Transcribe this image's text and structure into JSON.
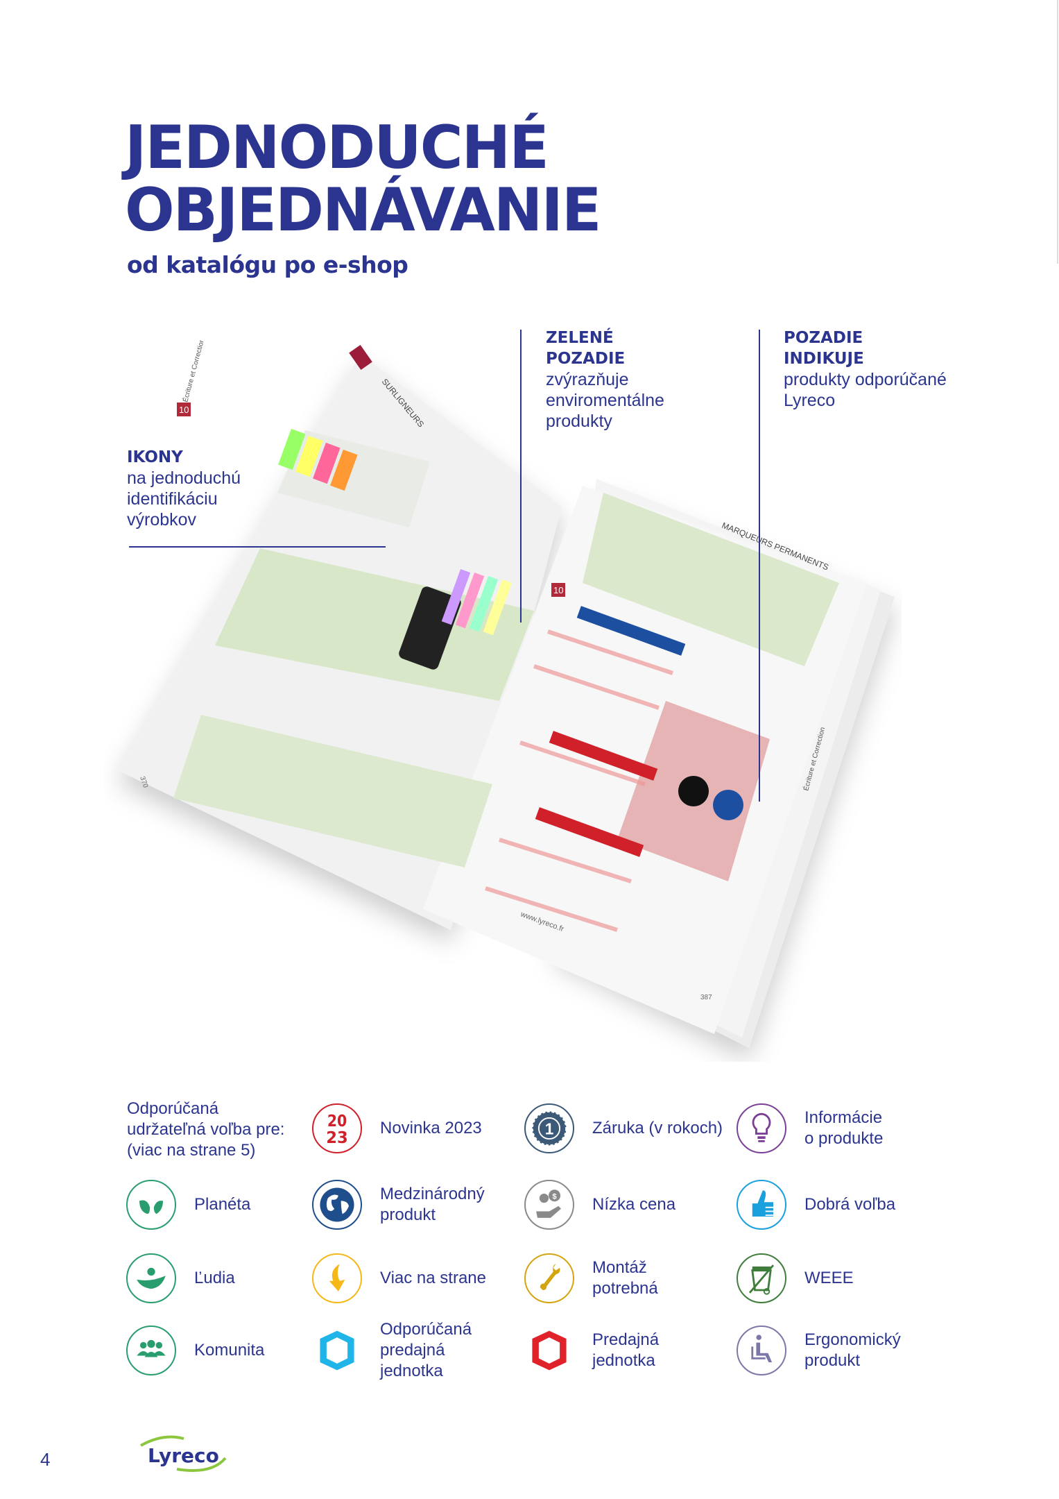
{
  "header": {
    "title_line1": "JEDNODUCHÉ",
    "title_line2": "OBJEDNÁVANIE",
    "subtitle": "od katalógu po e-shop"
  },
  "annotations": {
    "green": {
      "heading1": "ZELENÉ",
      "heading2": "POZADIE",
      "text": [
        "zvýrazňuje",
        "enviromentálne",
        "produkty"
      ]
    },
    "background": {
      "heading1": "POZADIE",
      "heading2": "INDIKUJE",
      "text": [
        "produkty odporúčané",
        "Lyreco"
      ]
    },
    "icons": {
      "heading": "IKONY",
      "text": [
        "na jednoduchú",
        "identifikáciu",
        "výrobkov"
      ]
    }
  },
  "catalog": {
    "left_section": "SURLIGNEURS",
    "right_section": "MARQUEURS PERMANENTS",
    "left_tab": "10",
    "right_tab": "10",
    "left_side_label": "Écriture et Correction",
    "right_side_label": "Écriture et Correction",
    "left_page_number": "370",
    "right_page_number": "387",
    "url": "www.lyreco.fr"
  },
  "legend": {
    "intro": [
      "Odporúčaná",
      "udržateľná voľba pre:",
      "(viac na strane 5)"
    ],
    "items": [
      {
        "label": [
          "Novinka 2023"
        ],
        "icon": "new-2023-icon",
        "color": "#d0202a"
      },
      {
        "label": [
          "Záruka (v rokoch)"
        ],
        "icon": "warranty-icon",
        "color": "#3c5a78"
      },
      {
        "label": [
          "Informácie",
          "o produkte"
        ],
        "icon": "lightbulb-icon",
        "color": "#7b3f98"
      },
      {
        "label": [
          "Planéta"
        ],
        "icon": "leaf-icon",
        "color": "#2a9d6f"
      },
      {
        "label": [
          "Medzinárodný",
          "produkt"
        ],
        "icon": "globe-icon",
        "color": "#1f4e8c"
      },
      {
        "label": [
          "Nízka cena"
        ],
        "icon": "low-price-icon",
        "color": "#8a8a8a"
      },
      {
        "label": [
          "Dobrá voľba"
        ],
        "icon": "thumbs-up-icon",
        "color": "#1aa0dc"
      },
      {
        "label": [
          "Ľudia"
        ],
        "icon": "person-icon",
        "color": "#2a9d6f"
      },
      {
        "label": [
          "Viac na strane"
        ],
        "icon": "arrow-icon",
        "color": "#f6b818"
      },
      {
        "label": [
          "Montáž",
          "potrebná"
        ],
        "icon": "wrench-icon",
        "color": "#d4a50f"
      },
      {
        "label": [
          "WEEE"
        ],
        "icon": "weee-bin-icon",
        "color": "#3e7d3a"
      },
      {
        "label": [
          "Komunita"
        ],
        "icon": "community-icon",
        "color": "#2a9d6f"
      },
      {
        "label": [
          "Odporúčaná",
          "predajná",
          "jednotka"
        ],
        "icon": "recommended-unit-icon",
        "color": "#1fb5e8"
      },
      {
        "label": [
          "Predajná",
          "jednotka"
        ],
        "icon": "sales-unit-icon",
        "color": "#e0232a"
      },
      {
        "label": [
          "Ergonomický",
          "produkt"
        ],
        "icon": "ergonomic-icon",
        "color": "#7b78a8"
      }
    ]
  },
  "footer": {
    "page_number": "4",
    "logo": "Lyreco"
  }
}
